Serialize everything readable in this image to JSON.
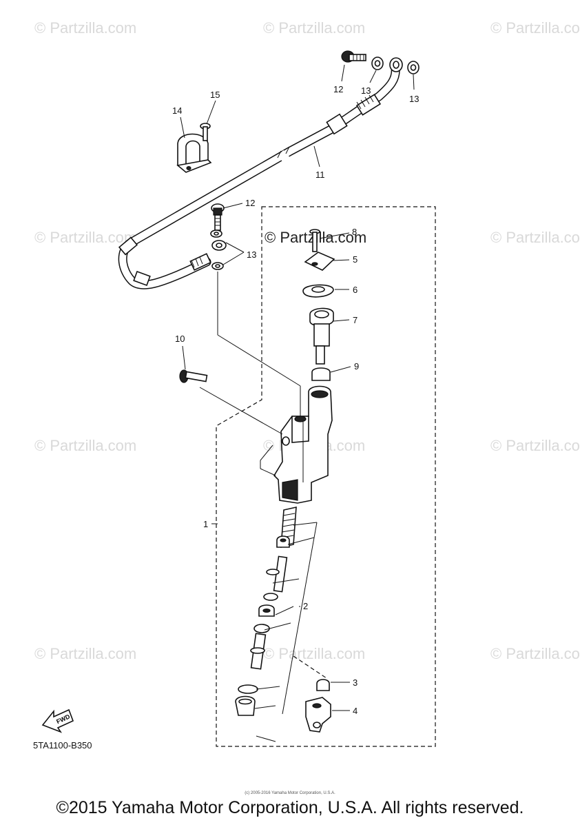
{
  "watermark_text": "© Partzilla.com",
  "diagram_code": "5TA1100-B350",
  "fwd_label": "FWD",
  "small_copyright": "(c) 2005-2016 Yamaha Motor Corporation, U.S.A.",
  "copyright": "©2015 Yamaha Motor Corporation, U.S.A. All rights reserved.",
  "callouts": {
    "c1": "1",
    "c2": "2",
    "c3": "3",
    "c4": "4",
    "c5": "5",
    "c6": "6",
    "c7": "7",
    "c8": "8",
    "c9": "9",
    "c10": "10",
    "c11": "11",
    "c12a": "12",
    "c12b": "12",
    "c13a": "13",
    "c13b": "13",
    "c13c": "13",
    "c14": "14",
    "c15": "15"
  }
}
